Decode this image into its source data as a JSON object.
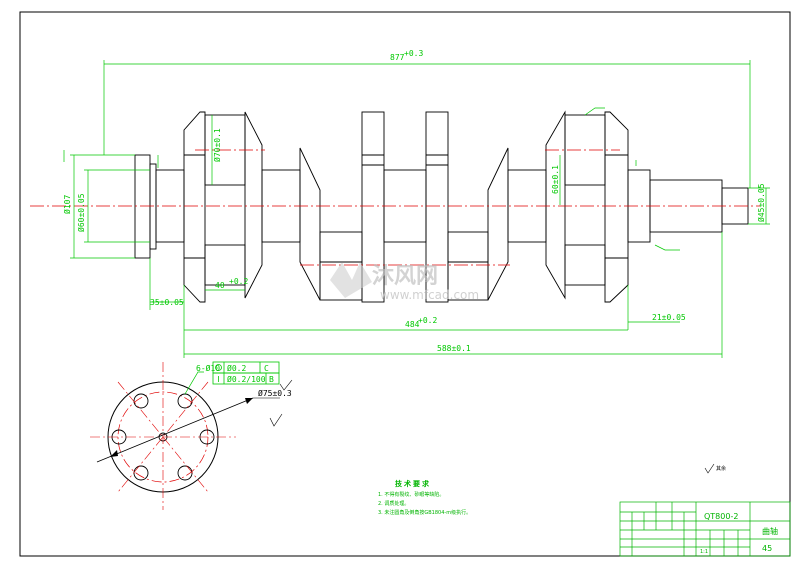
{
  "colors": {
    "outline": "#000000",
    "dimension": "#00c800",
    "centerline": "#e00000",
    "tolerance_frame": "#00c800",
    "watermark": "#bdbdbd"
  },
  "crankshaft": {
    "overall_length": "877",
    "overall_length_tol": "+0.3",
    "main_journal_dia": "Ø60±0.05",
    "flange_dia": "Ø107",
    "crankpin_dia": "Ø70±0.1",
    "gear_journal_dia": "60±0.1",
    "rear_end_dia": "Ø45±0.05",
    "pin_length": "40",
    "pin_length_tol": "+0.2",
    "flange_offset": "35±0.05",
    "journals_span": "484",
    "journals_span_tol": "+0.2",
    "shoulder_offset": "21±0.05",
    "total_span": "588±0.1"
  },
  "flange_view": {
    "hole_label": "6-Ø10",
    "position_tol_value": "Ø0.2",
    "position_tol_datum": "C",
    "perp_tol_value": "Ø0.2/100",
    "perp_tol_datum": "B",
    "circle_dia": "Ø75±0.3"
  },
  "tech_requirements": {
    "title": "技术要求",
    "items": [
      "1. 不得有裂纹、砂眼等缺陷。",
      "2. 调质处理。",
      "3. 未注圆角及倒角按GB1804-m级执行。"
    ]
  },
  "title_block": {
    "drawing_no": "QT800-2",
    "part_name": "曲轴",
    "scale": "1:1",
    "material": "45"
  },
  "roughness_note": "其余",
  "watermark": {
    "logo_text": "沐风网",
    "url": "www.mfcad.com"
  }
}
